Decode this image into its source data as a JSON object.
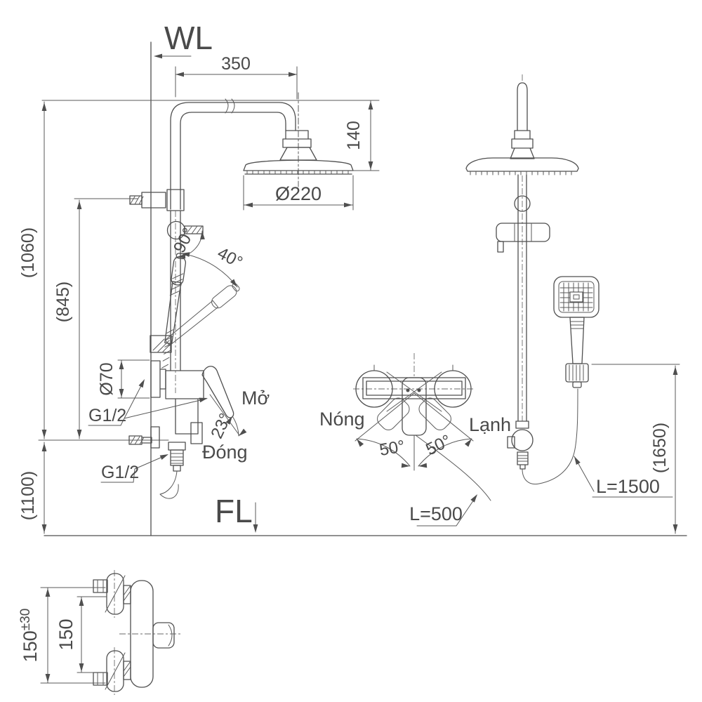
{
  "page": {
    "background": "#ffffff",
    "ink": "#4f4f4f"
  },
  "reference": {
    "wall_line": "WL",
    "floor_line": "FL"
  },
  "front_view": {
    "dim_arm_reach": "350",
    "dim_head_drop": "140",
    "dim_head_diameter": "Ø220",
    "dim_height_overall": "(1060)",
    "dim_height_bracket": "(845)",
    "dim_escutcheon_diameter": "Ø70",
    "thread_supply": "G1/2",
    "thread_outlet": "G1/2",
    "dim_supply_height": "(1100)",
    "angle_diverter": "90°",
    "angle_wand": "40°",
    "label_open": "Mở",
    "label_close": "Đóng",
    "angle_lever": "23°"
  },
  "handle_view": {
    "label_hot": "Nóng",
    "label_cold": "Lạnh",
    "angle_left": "50°",
    "angle_right": "50°"
  },
  "side_view": {
    "dim_hand_shower_height": "(1650)",
    "hose_mixer": "L=500",
    "hose_hand_shower": "L=1500"
  },
  "plan_view": {
    "dim_pitch": "150",
    "dim_pitch_tolerance": "±30",
    "dim_center_distance": "150"
  }
}
